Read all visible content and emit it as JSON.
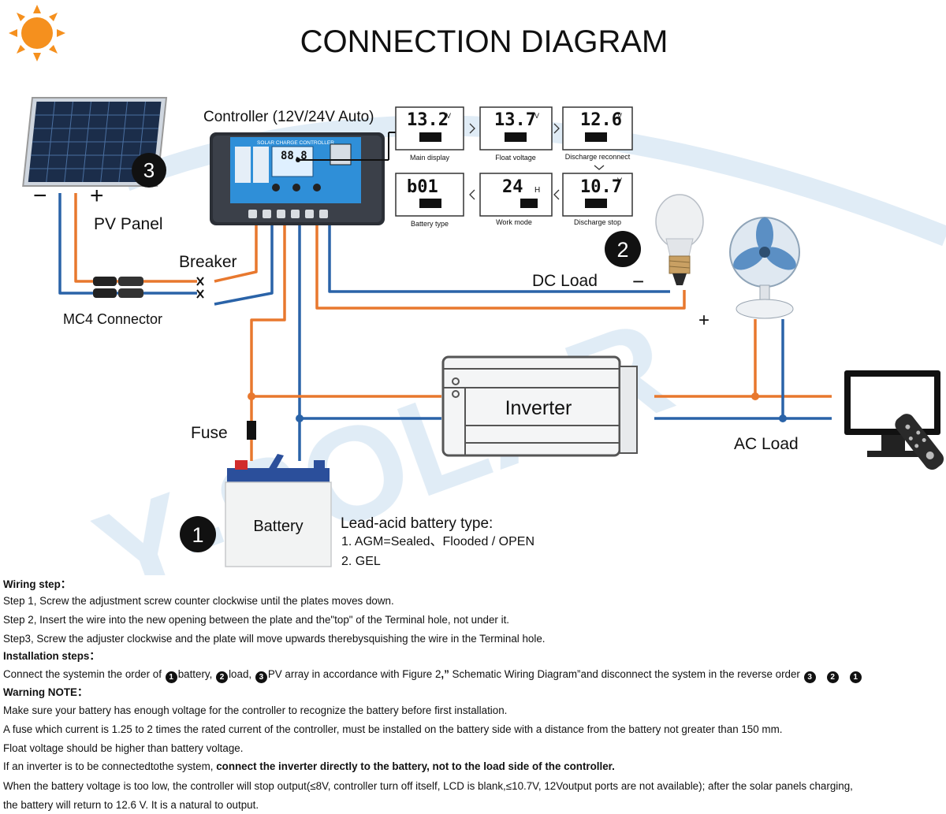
{
  "title": "CONNECTION DIAGRAM",
  "watermark": "Y-SOLAR",
  "labels": {
    "controller": "Controller (12V/24V Auto)",
    "controller_panel": "SOLAR CHARGE CONTROLLER",
    "controller_lcd": "88.8",
    "pv_panel": "PV Panel",
    "minus": "−",
    "plus": "+",
    "breaker": "Breaker",
    "mc4": "MC4 Connector",
    "dc_load": "DC Load",
    "inverter": "Inverter",
    "ac_load": "AC Load",
    "fuse": "Fuse",
    "battery": "Battery",
    "step1": "1",
    "step2": "2",
    "step3": "3"
  },
  "lcd_screens": [
    {
      "value": "13.2",
      "unit": "V",
      "caption": "Main display"
    },
    {
      "value": "13.7",
      "unit": "V",
      "caption": "Float voltage"
    },
    {
      "value": "12.6",
      "unit": "V",
      "caption": "Discharge reconnect"
    },
    {
      "value": "b01",
      "unit": "",
      "caption": "Battery type"
    },
    {
      "value": "24",
      "unit": "H",
      "caption": "Work mode"
    },
    {
      "value": "10.7",
      "unit": "V",
      "caption": "Discharge stop"
    }
  ],
  "battery_types": {
    "heading": "Lead-acid battery type:",
    "items": [
      "1. AGM=Sealed、Flooded / OPEN",
      "2. GEL"
    ]
  },
  "notes": {
    "wiring_heading": "Wiring step：",
    "wiring_steps": [
      "Step 1, Screw the adjustment screw counter clockwise until the plates moves down.",
      "Step 2, Insert the wire into the new opening between the plate and the\"top\" of the  Terminal hole, not under it.",
      "Step3, Screw the adjuster clockwise and the plate will move upwards therebysquishing the wire in the Terminal hole."
    ],
    "install_heading": "Installation steps：",
    "install": {
      "t1": "Connect the systemin the order of ",
      "n1": "1",
      "t2": "battery, ",
      "n2": "2",
      "t3": "load, ",
      "n3": "3",
      "t4": "PV array in accordance with Figure 2",
      "t5": ",”",
      "t6": " Schematic Wiring Diagram”and disconnect the system in the reverse order ",
      "r1": "3",
      "r2": "2",
      "r3": "1"
    },
    "warning_heading": "Warning NOTE：",
    "warning_lines": [
      "Make sure your battery has enough voltage for the controller to recognize the battery before first installation.",
      "A fuse which current is 1.25 to 2 times the rated current of the controller, must be installed on the battery side with a distance from the battery not greater than 150 mm.",
      "Float voltage should be higher than battery voltage."
    ],
    "inverter_line": {
      "normal": "If an inverter is to be connectedtothe system, ",
      "bold": "connect the inverter directly to the battery, not to the load side of the controller."
    },
    "final_lines": [
      "When the battery voltage is too low, the controller will stop output(≤8V, controller turn off itself, LCD is blank,≤10.7V, 12Voutput ports are not available); after the solar panels charging,",
      "the battery will return to 12.6 V. It is a natural to output."
    ]
  },
  "colors": {
    "positive_wire": "#e8782e",
    "negative_wire": "#2a63a8",
    "controller_face": "#2f8fd8",
    "sun": "#f5901e",
    "watermark": "#c7dcee"
  },
  "icons": [
    "sun-icon",
    "solar-panel-icon",
    "light-bulb-icon",
    "fan-icon",
    "tv-icon",
    "remote-icon"
  ]
}
